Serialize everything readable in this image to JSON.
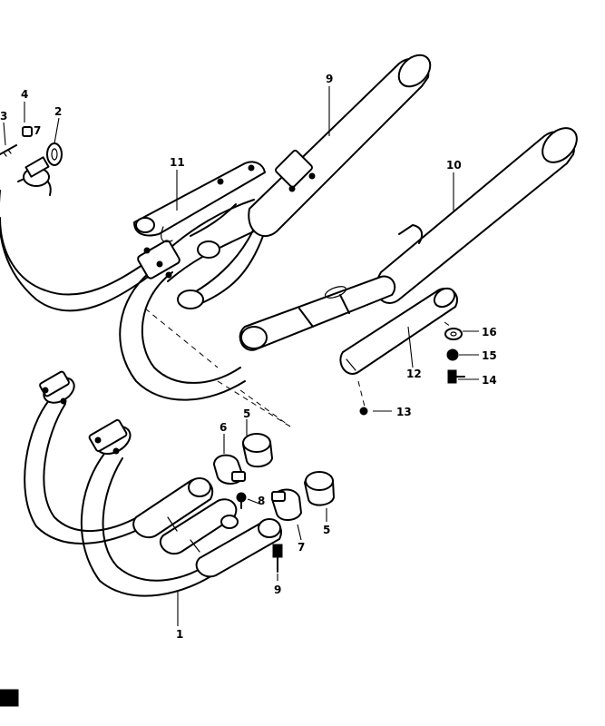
{
  "callouts": [
    {
      "id": "c1",
      "label": "1"
    },
    {
      "id": "c2",
      "label": "2"
    },
    {
      "id": "c3",
      "label": "3"
    },
    {
      "id": "c4",
      "label": "4"
    },
    {
      "id": "c5a",
      "label": "5"
    },
    {
      "id": "c5b",
      "label": "5"
    },
    {
      "id": "c6",
      "label": "6"
    },
    {
      "id": "c7a",
      "label": "7"
    },
    {
      "id": "c7b",
      "label": "7"
    },
    {
      "id": "c8",
      "label": "8"
    },
    {
      "id": "c9a",
      "label": "9"
    },
    {
      "id": "c9b",
      "label": "9"
    },
    {
      "id": "c10",
      "label": "10"
    },
    {
      "id": "c11",
      "label": "11"
    },
    {
      "id": "c12",
      "label": "12"
    },
    {
      "id": "c13",
      "label": "13"
    },
    {
      "id": "c14",
      "label": "14"
    },
    {
      "id": "c15",
      "label": "15"
    },
    {
      "id": "c16",
      "label": "16"
    }
  ]
}
